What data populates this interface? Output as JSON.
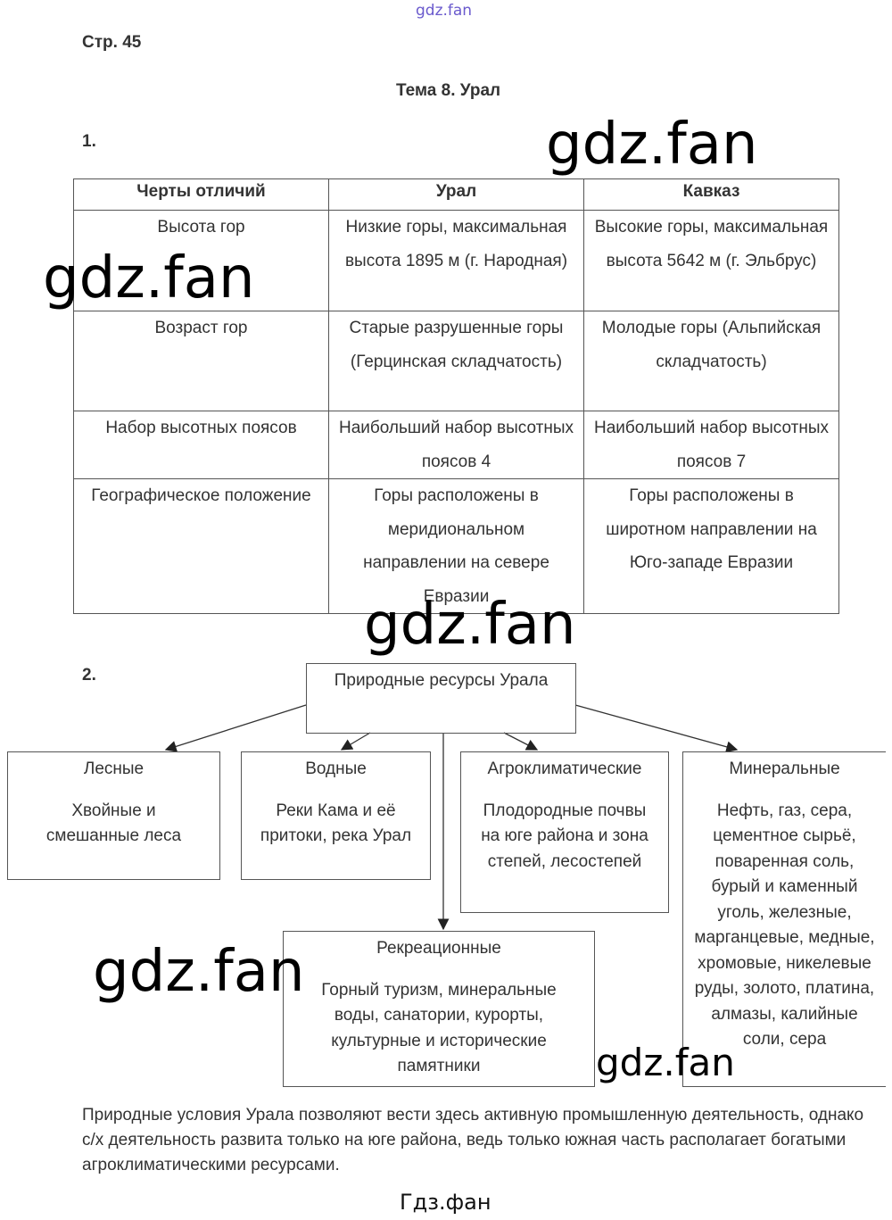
{
  "watermark_top": "gdz.fan",
  "page_label": "Стр. 45",
  "topic_title": "Тема 8. Урал",
  "task1_label": "1.",
  "task2_label": "2.",
  "table": {
    "headers": [
      "Черты отличий",
      "Урал",
      "Кавказ"
    ],
    "rows": [
      [
        "Высота гор",
        "Низкие горы, максимальная высота 1895 м (г. Народная)",
        "Высокие горы, максимальная высота 5642 м (г. Эльбрус)"
      ],
      [
        "Возраст гор",
        "Старые разрушенные горы (Герцинская складчатость)",
        "Молодые горы (Альпийская складчатость)"
      ],
      [
        "Набор высотных поясов",
        "Наибольший набор высотных поясов 4",
        "Наибольший набор высотных поясов 7"
      ],
      [
        "Географическое положение",
        "Горы расположены в меридиональном направлении на севере Евразии",
        "Горы расположены в широтном направлении на Юго-западе Евразии"
      ]
    ]
  },
  "diagram": {
    "root": "Природные ресурсы Урала",
    "nodes": [
      {
        "title": "Лесные",
        "body": "Хвойные и смешанные леса"
      },
      {
        "title": "Водные",
        "body": "Реки Кама и её притоки, река Урал"
      },
      {
        "title": "Агроклиматические",
        "body": "Плодородные почвы на юге района и зона степей, лесостепей"
      },
      {
        "title": "Минеральные",
        "body": "Нефть, газ, сера, цементное сырьё, поваренная соль, бурый и каменный уголь, железные, марганцевые, медные, хромовые, никелевые руды, золото, платина, алмазы, калийные соли, сера"
      },
      {
        "title": "Рекреационные",
        "body": "Горный туризм, минеральные воды, санатории, курорты, культурные и исторические памятники"
      }
    ]
  },
  "conclusion": "Природные условия Урала позволяют вести здесь активную промышленную деятельность, однако с/х деятельность развита только на юге района, ведь только южная часть располагает богатыми агроклиматическими ресурсами.",
  "watermarks": [
    "gdz.fan",
    "gdz.fan",
    "gdz.fan",
    "gdz.fan",
    "gdz.fan"
  ],
  "footer": "Гдз.фан"
}
